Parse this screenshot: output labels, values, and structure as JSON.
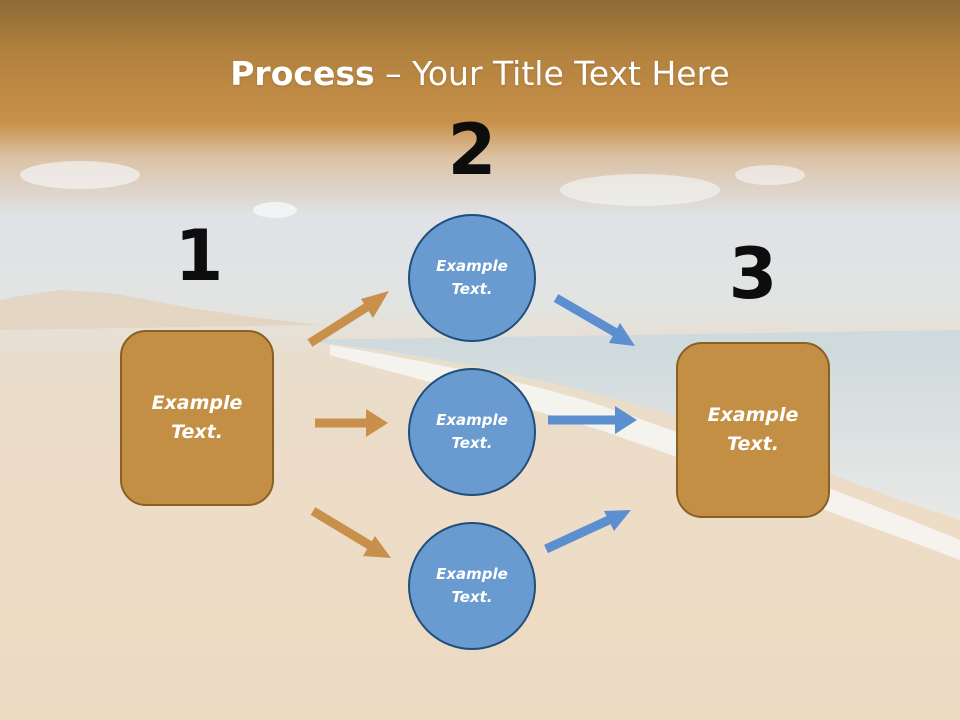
{
  "title": {
    "bold": "Process",
    "rest": " – Your Title Text Here"
  },
  "steps": [
    {
      "number": "1",
      "text": "Example Text."
    },
    {
      "number": "2",
      "items": [
        {
          "text": "Example Text."
        },
        {
          "text": "Example Text."
        },
        {
          "text": "Example Text."
        }
      ]
    },
    {
      "number": "3",
      "text": "Example Text."
    }
  ],
  "colors": {
    "box_fill": "#c38f44",
    "box_border": "#8a5f24",
    "circle_fill": "#6a9bd0",
    "circle_border": "#1f4e7a",
    "arrow_left": "#c8904a",
    "arrow_right": "#5b8fd0",
    "header_band": "#c2893b"
  }
}
